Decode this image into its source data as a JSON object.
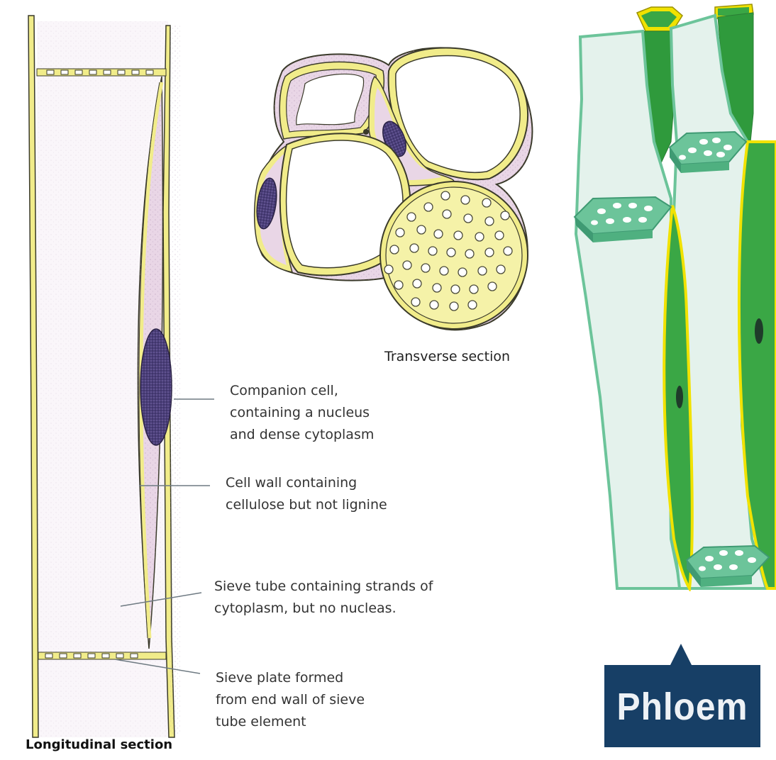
{
  "labels": {
    "transverse": "Transverse section",
    "companion": "Companion cell,\ncontaining a nucleus\nand dense cytoplasm",
    "cell_wall": "Cell wall containing\ncellulose but not lignine",
    "sieve_tube": "Sieve tube containing strands of\ncytoplasm, but no nucleas.",
    "sieve_plate": "Sieve plate formed\nfrom end wall of sieve\ntube element",
    "longitudinal": "Longitudinal section",
    "phloem": "Phloem"
  },
  "colors": {
    "wall_yellow": "#f1ec8a",
    "wall_outline": "#3a3a2a",
    "cytoplasm_pink": "#e9d6e6",
    "nucleus_purple": "#4b3f7a",
    "phloem_light": "#e4f2ec",
    "phloem_green": "#3aa745",
    "phloem_teal": "#6cc49a",
    "phloem_box": "#173f66"
  }
}
